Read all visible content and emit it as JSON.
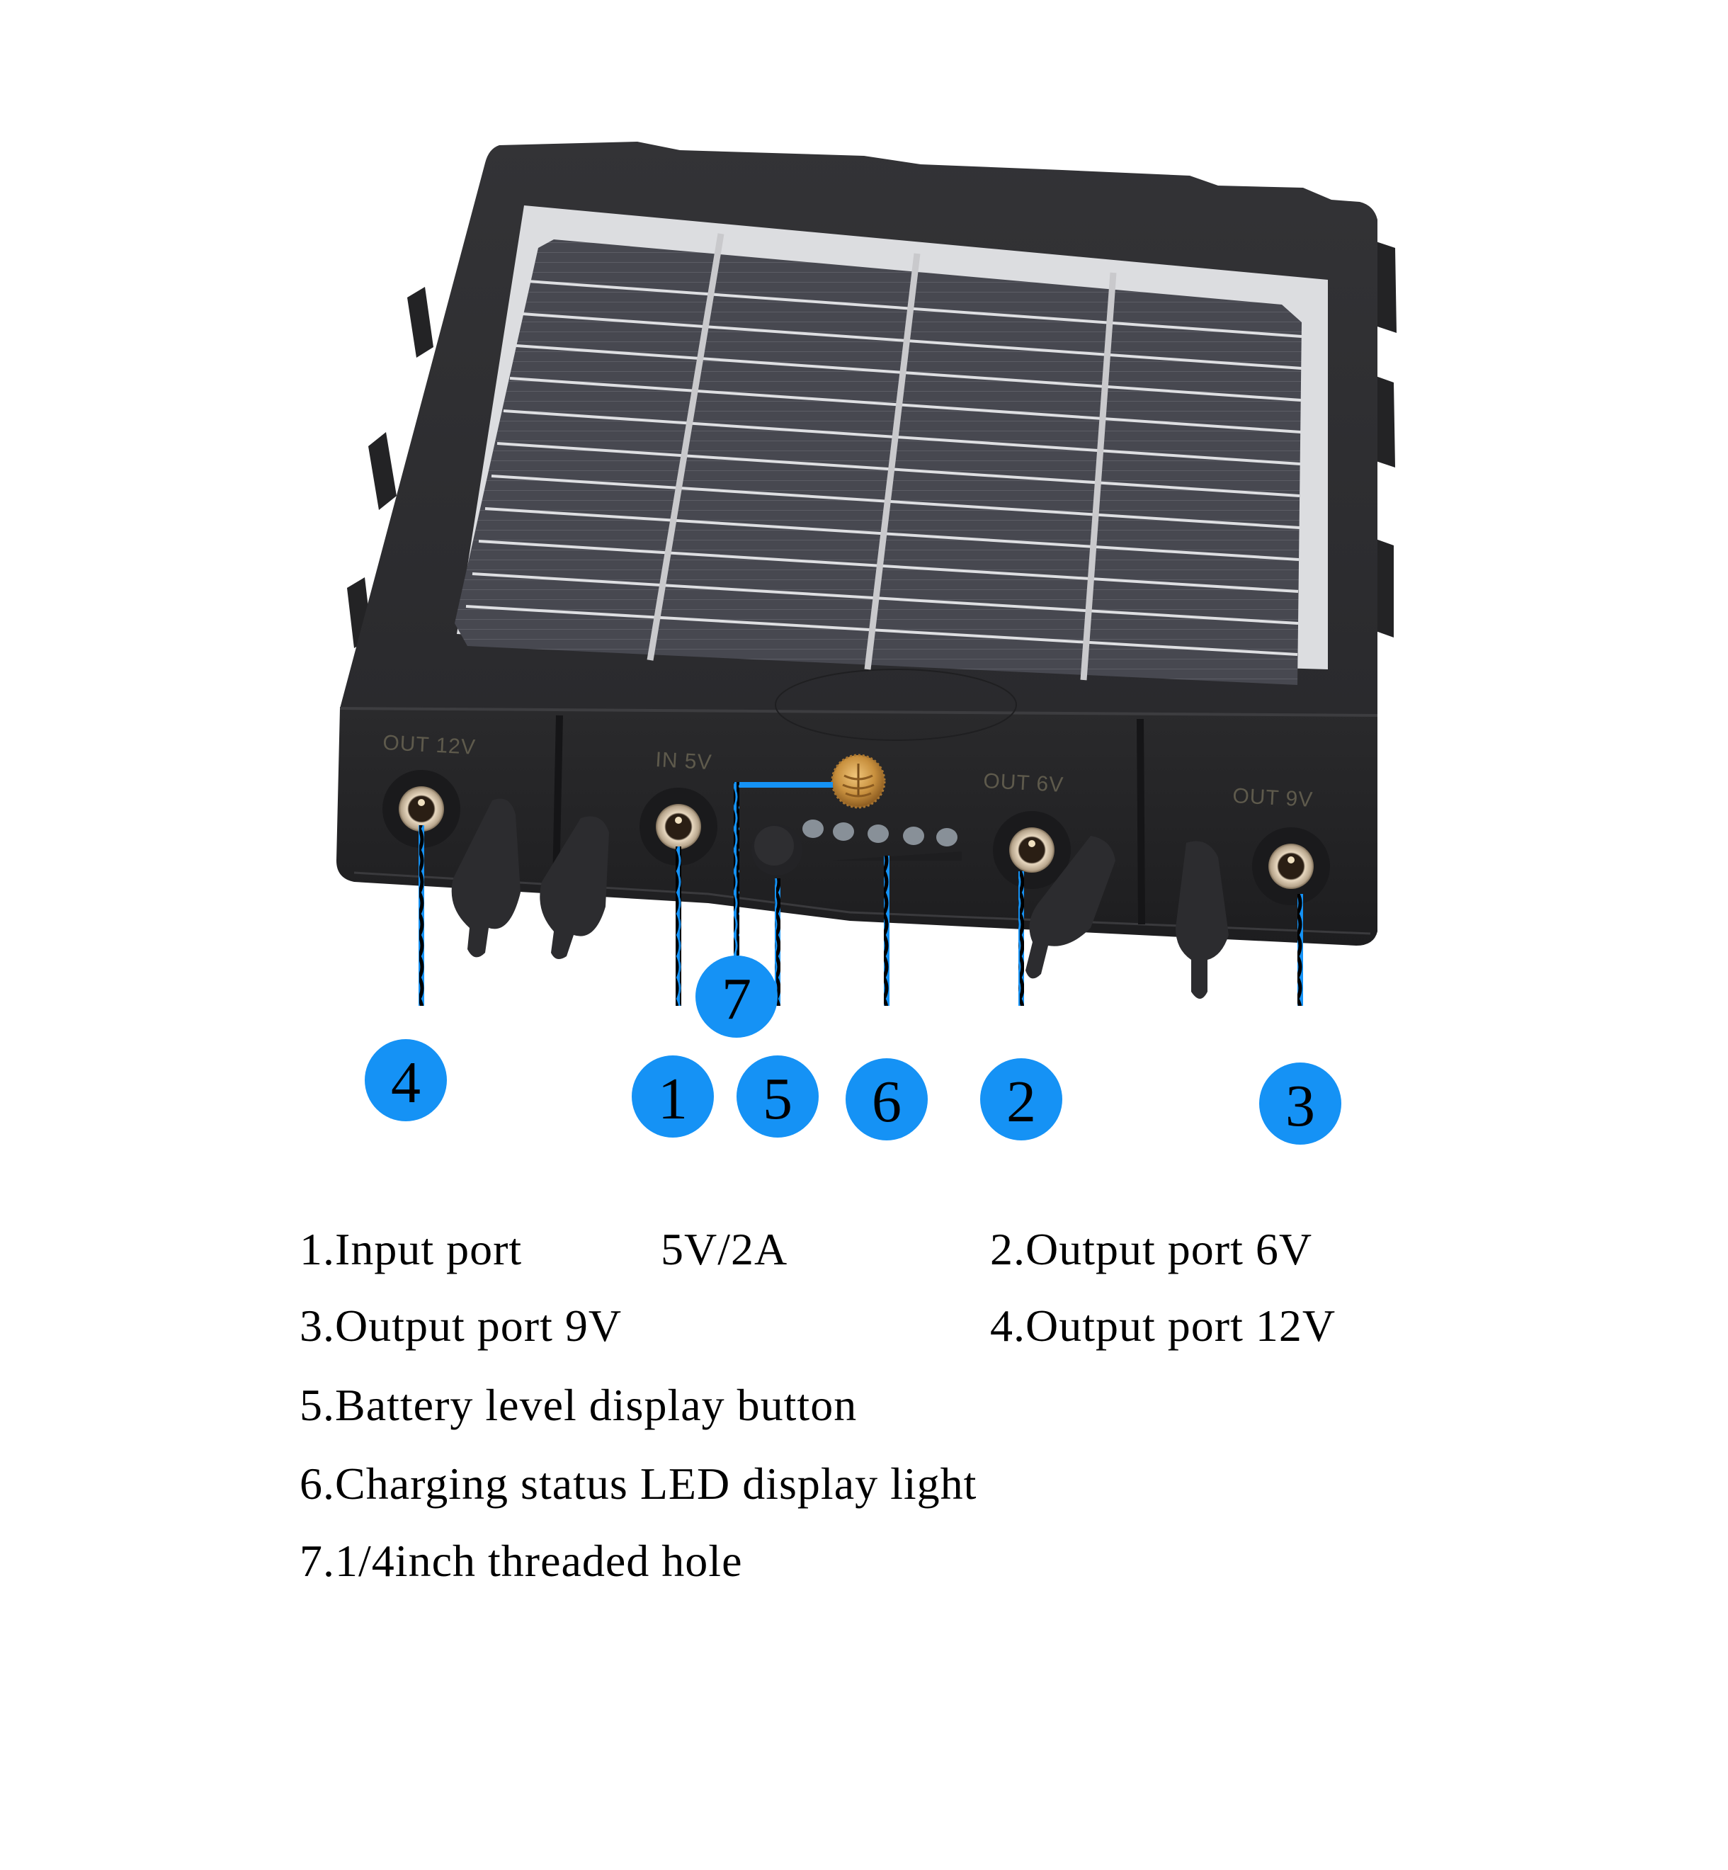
{
  "device": {
    "name": "Solar panel battery pack",
    "colors": {
      "case": "#2b2b2d",
      "case_dark": "#1c1c1e",
      "glass": "#d9dadc",
      "cell": "#4a4b52",
      "busbar": "#c9c9cc",
      "brass": "#c8903e",
      "led": "#9aa3ad",
      "callout": "#1592f5"
    },
    "port_labels": {
      "out_12v": "OUT 12V",
      "in_5v": "IN 5V",
      "out_6v": "OUT 6V",
      "out_9v": "OUT 9V"
    },
    "led_count": 5
  },
  "callouts": [
    {
      "number": "4",
      "target": "out-12v-port"
    },
    {
      "number": "1",
      "target": "in-5v-port"
    },
    {
      "number": "7",
      "target": "threaded-hole"
    },
    {
      "number": "5",
      "target": "battery-button"
    },
    {
      "number": "6",
      "target": "led-indicators"
    },
    {
      "number": "2",
      "target": "out-6v-port"
    },
    {
      "number": "3",
      "target": "out-9v-port"
    }
  ],
  "legend": {
    "item1_label": "1.Input port",
    "item1_value": "5V/2A",
    "item2": "2.Output port 6V",
    "item3": "3.Output port 9V",
    "item4": "4.Output port 12V",
    "item5": "5.Battery level display button",
    "item6": "6.Charging status LED display light",
    "item7": "7.1/4inch threaded hole"
  }
}
